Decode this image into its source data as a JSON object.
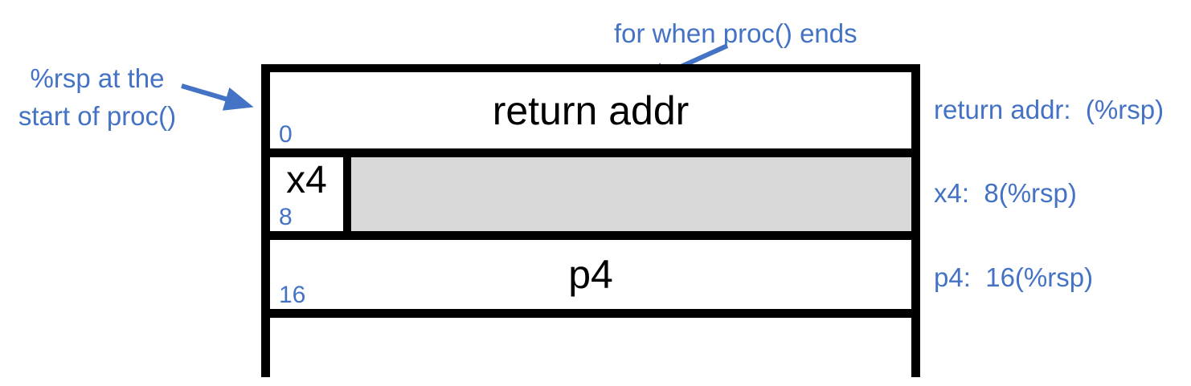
{
  "colors": {
    "accent_blue": "#4472C4",
    "shaded_gray": "#D9D9D9",
    "border_black": "#000000",
    "background": "#ffffff"
  },
  "annotations": {
    "rsp_pointer_line1": "%rsp at the",
    "rsp_pointer_line2": "start of proc()",
    "return_note": "for when proc() ends"
  },
  "stack": {
    "rows": [
      {
        "name": "return-addr",
        "label": "return addr",
        "offset": "0"
      },
      {
        "name": "x4",
        "label": "x4",
        "offset": "8",
        "shaded_right_region": true
      },
      {
        "name": "p4",
        "label": "p4",
        "offset": "16"
      },
      {
        "name": "empty-partial-row"
      }
    ]
  },
  "side_labels": [
    "return addr:  (%rsp)",
    "x4:  8(%rsp)",
    "p4:  16(%rsp)"
  ]
}
